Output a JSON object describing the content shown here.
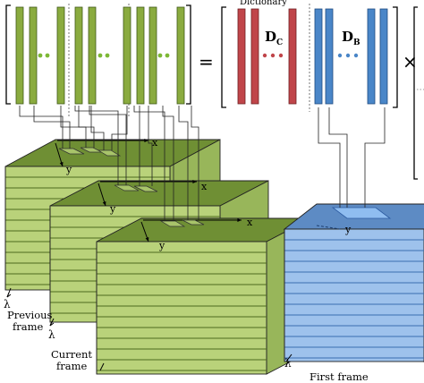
{
  "equation": {
    "equals_sign": "=",
    "times_sign": "×",
    "dictionary_label": "Dictionary",
    "d_c": {
      "main": "D",
      "sub": "C"
    },
    "d_b": {
      "main": "D",
      "sub": "B"
    }
  },
  "cubes": {
    "previous": {
      "line1": "Previous",
      "line2": "frame"
    },
    "current": {
      "line1": "Current",
      "line2": "frame"
    },
    "first": {
      "label": "First frame"
    }
  },
  "axes": {
    "x": "x",
    "y": "y",
    "lambda": "λ"
  },
  "colors": {
    "green": "#8aab3f",
    "green_top": "#6f8f34",
    "green_light": "#b9d27a",
    "red": "#c0454a",
    "blue": "#4a86c8",
    "blue_light": "#9ec2ec",
    "blue_top": "#5d8bc4"
  }
}
